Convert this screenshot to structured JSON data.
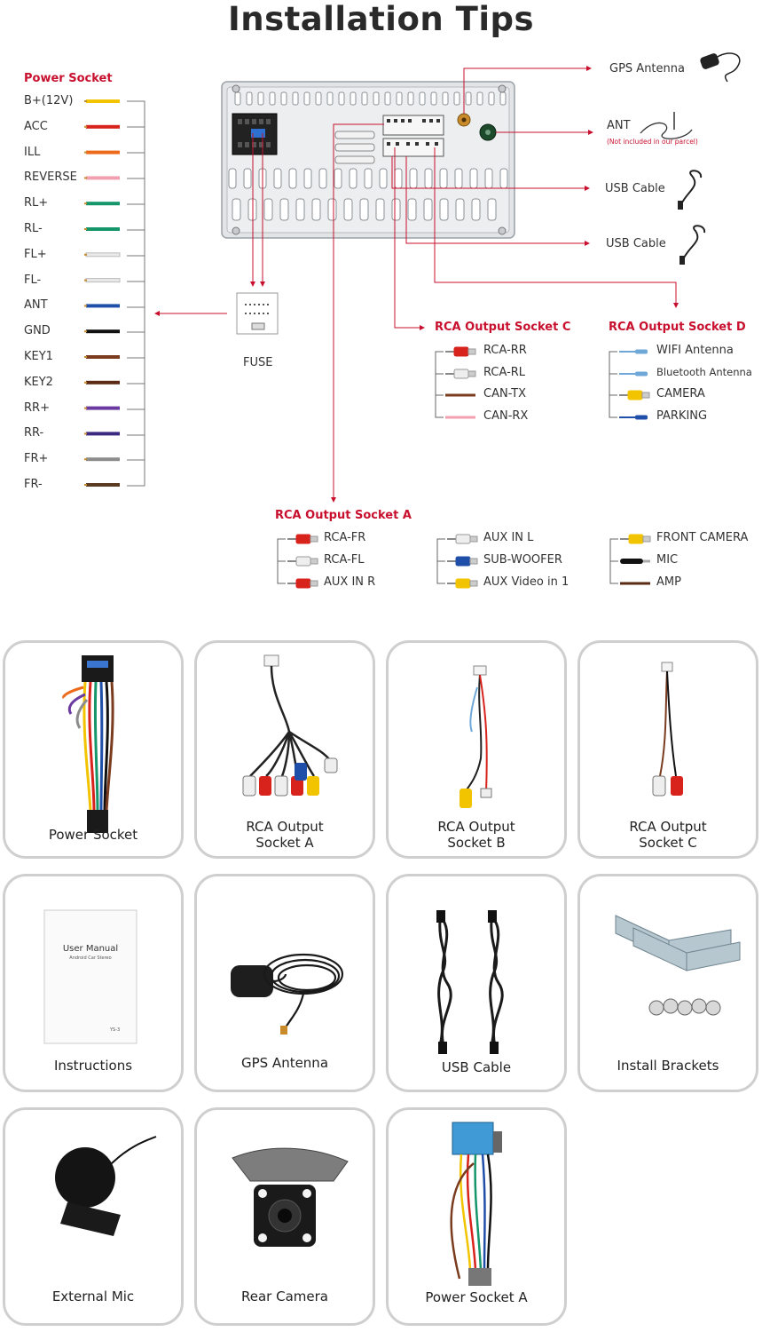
{
  "title": "Installation Tips",
  "power_socket": {
    "heading": "Power Socket",
    "pins": [
      {
        "label": "B+(12V)",
        "color": "#f2c400"
      },
      {
        "label": "ACC",
        "color": "#d8231c"
      },
      {
        "label": "ILL",
        "color": "#ee6a1b"
      },
      {
        "label": "REVERSE",
        "color": "#f29fb0"
      },
      {
        "label": "RL+",
        "color": "#14956a"
      },
      {
        "label": "RL-",
        "color": "#14956a"
      },
      {
        "label": "FL+",
        "color": "#e9e9e9"
      },
      {
        "label": "FL-",
        "color": "#e9e9e9"
      },
      {
        "label": "ANT",
        "color": "#1f4fa8"
      },
      {
        "label": "GND",
        "color": "#111111"
      },
      {
        "label": "KEY1",
        "color": "#7a3b1e"
      },
      {
        "label": "KEY2",
        "color": "#5a2a12"
      },
      {
        "label": "RR+",
        "color": "#6a3aa0"
      },
      {
        "label": "RR-",
        "color": "#3c2a80"
      },
      {
        "label": "FR+",
        "color": "#8c8c8c"
      },
      {
        "label": "FR-",
        "color": "#5a3a20"
      }
    ]
  },
  "fuse_label": "FUSE",
  "right_connections": {
    "gps": "GPS Antenna",
    "ant": "ANT",
    "ant_note": "(Not included in our parcel)",
    "usb1": "USB Cable",
    "usb2": "USB Cable"
  },
  "socket_c": {
    "heading": "RCA Output Socket C",
    "items": [
      {
        "label": "RCA-RR",
        "color": "#d8231c",
        "kind": "rca"
      },
      {
        "label": "RCA-RL",
        "color": "#eeeeee",
        "kind": "rca"
      },
      {
        "label": "CAN-TX",
        "color": "#7a3b1e",
        "kind": "wire"
      },
      {
        "label": "CAN-RX",
        "color": "#f29fb0",
        "kind": "wire"
      }
    ]
  },
  "socket_d": {
    "heading": "RCA Output Socket D",
    "items": [
      {
        "label": "WIFI Antenna",
        "color": "#6fa8d8",
        "kind": "small"
      },
      {
        "label": "Bluetooth Antenna",
        "color": "#6fa8d8",
        "kind": "small"
      },
      {
        "label": "CAMERA",
        "color": "#f2c400",
        "kind": "rca"
      },
      {
        "label": "PARKING",
        "color": "#1f4fa8",
        "kind": "small"
      }
    ]
  },
  "socket_a": {
    "heading": "RCA Output Socket A",
    "col1": [
      {
        "label": "RCA-FR",
        "color": "#d8231c",
        "kind": "rca"
      },
      {
        "label": "RCA-FL",
        "color": "#eeeeee",
        "kind": "rca"
      },
      {
        "label": "AUX IN R",
        "color": "#d8231c",
        "kind": "rca"
      }
    ],
    "col2": [
      {
        "label": "AUX IN L",
        "color": "#eeeeee",
        "kind": "rca"
      },
      {
        "label": "SUB-WOOFER",
        "color": "#1f4fa8",
        "kind": "rca"
      },
      {
        "label": "AUX Video in 1",
        "color": "#f2c400",
        "kind": "rca"
      }
    ],
    "col3": [
      {
        "label": "FRONT CAMERA",
        "color": "#f2c400",
        "kind": "rca"
      },
      {
        "label": "MIC",
        "color": "#111111",
        "kind": "jack"
      },
      {
        "label": "AMP",
        "color": "#5a2a12",
        "kind": "wire"
      }
    ]
  },
  "products": [
    {
      "name": "Power Socket",
      "icon": "power-socket-harness"
    },
    {
      "name": "RCA Output Socket A",
      "icon": "rca-harness-a"
    },
    {
      "name": "RCA Output Socket B",
      "icon": "rca-harness-b"
    },
    {
      "name": "RCA Output Socket C",
      "icon": "rca-harness-c"
    },
    {
      "name": "Instructions",
      "icon": "user-manual"
    },
    {
      "name": "GPS Antenna",
      "icon": "gps-antenna"
    },
    {
      "name": "USB Cable",
      "icon": "usb-cable"
    },
    {
      "name": "Install Brackets",
      "icon": "brackets-screws"
    },
    {
      "name": "External Mic",
      "icon": "external-mic"
    },
    {
      "name": "Rear Camera",
      "icon": "rear-camera"
    },
    {
      "name": "Power Socket A",
      "icon": "power-socket-harness-a"
    }
  ],
  "manual": {
    "title": "User Manual",
    "subtitle": "Android Car Stereo",
    "code": "YS-3"
  },
  "product_labels": {
    "rca_a_line1": "RCA Output",
    "rca_a_line2": "Socket A",
    "rca_b_line1": "RCA Output",
    "rca_b_line2": "Socket B",
    "rca_c_line1": "RCA Output",
    "rca_c_line2": "Socket C"
  }
}
